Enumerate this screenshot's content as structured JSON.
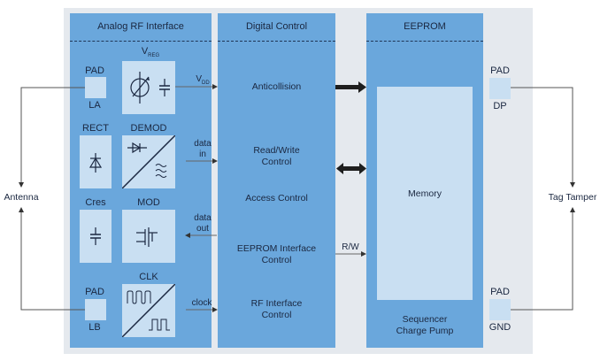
{
  "diagram": {
    "blocks": {
      "analog": {
        "title": "Analog RF Interface",
        "vreg_label": "V",
        "vreg_sub": "REG",
        "pad_la_top": "PAD",
        "pad_la_bottom": "LA",
        "rect": "RECT",
        "demod": "DEMOD",
        "cres": "Cres",
        "mod": "MOD",
        "clk": "CLK",
        "pad_lb_top": "PAD",
        "pad_lb_bottom": "LB"
      },
      "digital": {
        "title": "Digital Control",
        "items": [
          "Anticollision",
          "Read/Write\nControl",
          "Access Control",
          "EEPROM Interface\nControl",
          "RF Interface\nControl"
        ],
        "item0": "Anticollision",
        "item1_l1": "Read/Write",
        "item1_l2": "Control",
        "item2": "Access Control",
        "item3_l1": "EEPROM Interface",
        "item3_l2": "Control",
        "item4_l1": "RF Interface",
        "item4_l2": "Control"
      },
      "eeprom": {
        "title": "EEPROM",
        "memory": "Memory",
        "seq_l1": "Sequencer",
        "seq_l2": "Charge Pump"
      }
    },
    "signals": {
      "vdd": "V",
      "vdd_sub": "DD",
      "data_in_l1": "data",
      "data_in_l2": "in",
      "data_out_l1": "data",
      "data_out_l2": "out",
      "clock": "clock",
      "rw": "R/W"
    },
    "pads_right": {
      "dp_top": "PAD",
      "dp_bottom": "DP",
      "gnd_top": "PAD",
      "gnd_bottom": "GND"
    },
    "external": {
      "antenna": "Antenna",
      "tag_tamper": "Tag Tamper"
    },
    "colors": {
      "background": "#e5e9ee",
      "block": "#6aa7dc",
      "subblock": "#c9dff2",
      "text": "#1a2740"
    }
  }
}
